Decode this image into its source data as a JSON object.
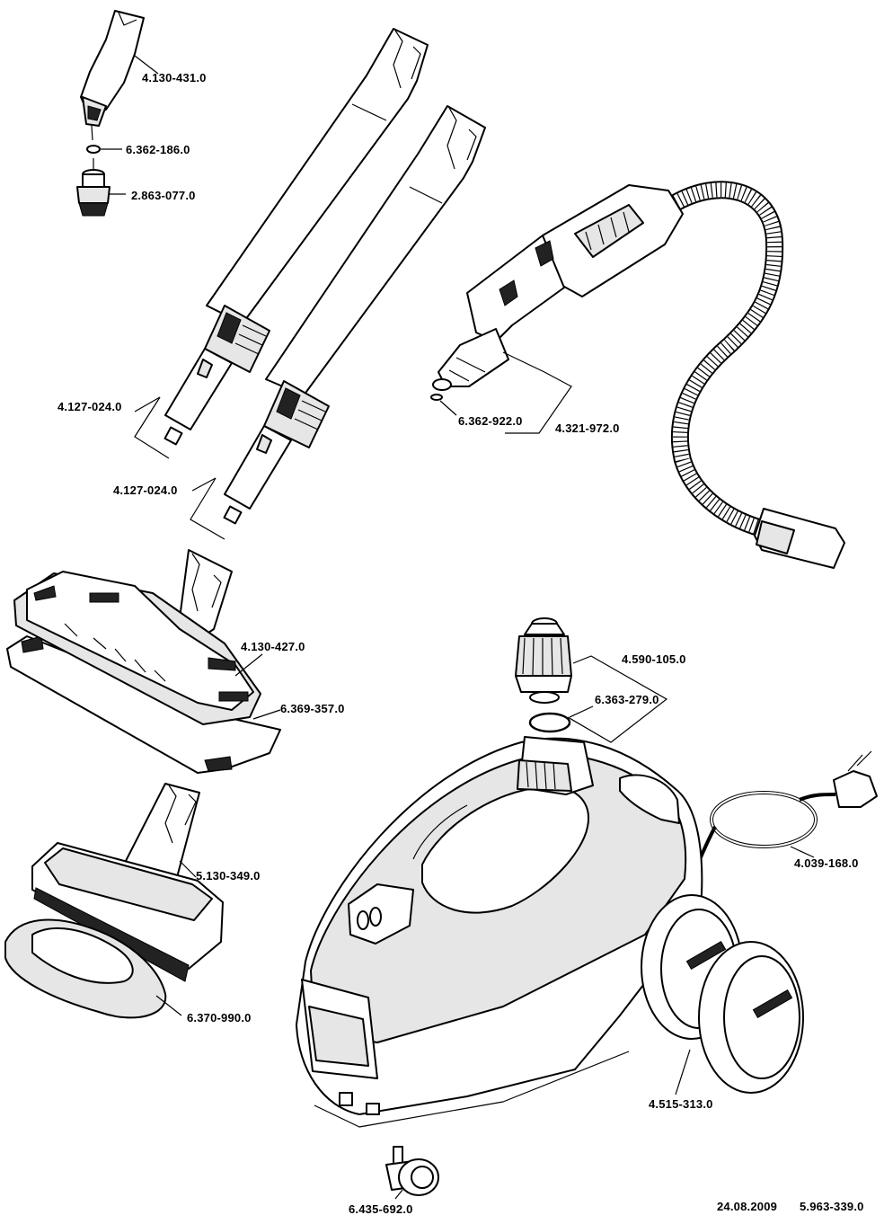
{
  "parts": [
    {
      "id": "p01",
      "number": "4.130-431.0"
    },
    {
      "id": "p02",
      "number": "6.362-186.0"
    },
    {
      "id": "p03",
      "number": "2.863-077.0"
    },
    {
      "id": "p04",
      "number": "4.127-024.0"
    },
    {
      "id": "p05",
      "number": "4.127-024.0"
    },
    {
      "id": "p06",
      "number": "6.362-922.0"
    },
    {
      "id": "p07",
      "number": "4.321-972.0"
    },
    {
      "id": "p08",
      "number": "4.130-427.0"
    },
    {
      "id": "p09",
      "number": "6.369-357.0"
    },
    {
      "id": "p10",
      "number": "4.590-105.0"
    },
    {
      "id": "p11",
      "number": "6.363-279.0"
    },
    {
      "id": "p12",
      "number": "5.130-349.0"
    },
    {
      "id": "p13",
      "number": "4.039-168.0"
    },
    {
      "id": "p14",
      "number": "6.370-990.0"
    },
    {
      "id": "p15",
      "number": "4.515-313.0"
    },
    {
      "id": "p16",
      "number": "6.435-692.0"
    }
  ],
  "footer": {
    "date": "24.08.2009",
    "drawing_number": "5.963-339.0"
  }
}
